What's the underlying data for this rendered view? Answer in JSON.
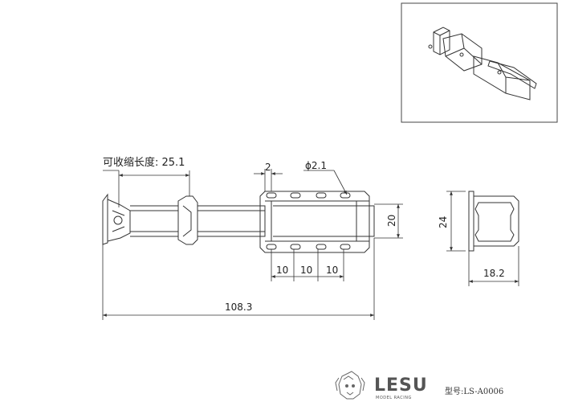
{
  "drawing": {
    "label_retract_length": "可收缩长度: 25.1",
    "dim_2": "2",
    "dim_phi": "ϕ2.1",
    "dim_20": "20",
    "dim_24": "24",
    "dim_10_a": "10",
    "dim_10_b": "10",
    "dim_10_c": "10",
    "dim_18_2": "18.2",
    "dim_108_3": "108.3"
  },
  "brand": {
    "name": "LESU",
    "subtitle": "MODEL RACING",
    "model_no": "型号:LS-A0006"
  }
}
